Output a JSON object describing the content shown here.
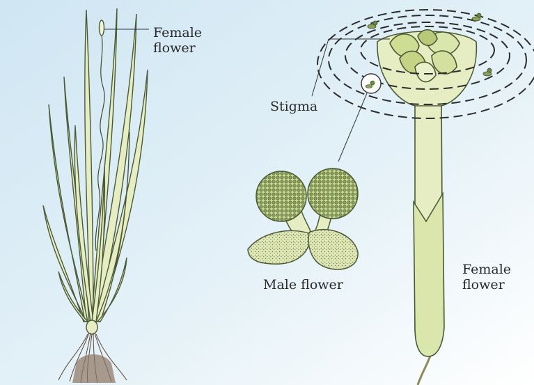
{
  "labels": {
    "female_flower_top": "Female\nflower",
    "stigma": "Stigma",
    "male_flower": "Male flower",
    "female_flower_right": "Female\nflower"
  },
  "colors": {
    "background": "#cfe6f3",
    "plant_fill": "#e6edc2",
    "plant_stroke": "#4b5a36",
    "pollen": "#8aa15e",
    "dashed_ring": "#2c2c2c",
    "root": "#7a6450"
  }
}
